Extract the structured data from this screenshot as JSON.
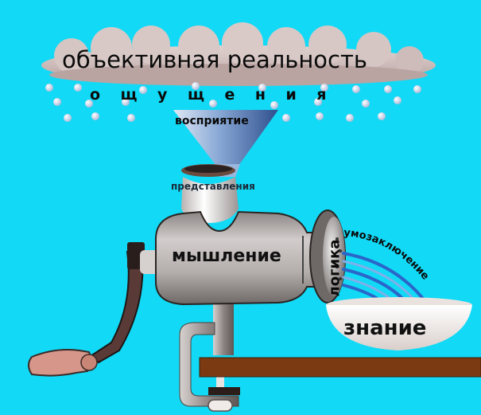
{
  "diagram": {
    "title": "объективная реальность",
    "sensations": "ощущения",
    "perception": "восприятие",
    "representation": "представления",
    "thinking": "мышление",
    "logic": "логика",
    "inference": "умозаключение",
    "knowledge": "знание"
  },
  "colors": {
    "background": "#12d9f5",
    "cloud": "#c9b5b3",
    "funnel": "#6f93c9",
    "grinder_body": "#9a9494",
    "handle": "#d9978a",
    "table": "#7c3a12",
    "bowl": "#f3efec",
    "streams": "#2a66c9"
  },
  "elements": [
    {
      "name": "cloud",
      "label_ref": "diagram.title"
    },
    {
      "name": "rain-drops",
      "label_ref": "diagram.sensations"
    },
    {
      "name": "funnel",
      "label_ref": "diagram.perception"
    },
    {
      "name": "grinder-neck",
      "label_ref": "diagram.representation"
    },
    {
      "name": "grinder-body",
      "label_ref": "diagram.thinking"
    },
    {
      "name": "grinder-blade-plate",
      "label_ref": "diagram.logic"
    },
    {
      "name": "output-streams",
      "label_ref": "diagram.inference"
    },
    {
      "name": "bowl",
      "label_ref": "diagram.knowledge"
    },
    {
      "name": "crank-handle"
    },
    {
      "name": "table-clamp"
    },
    {
      "name": "table"
    }
  ]
}
